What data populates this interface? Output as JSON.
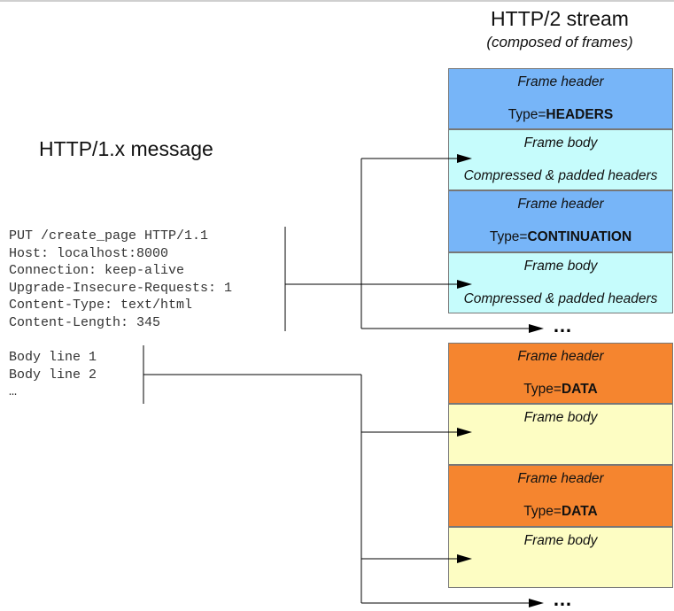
{
  "stream": {
    "title": "HTTP/2 stream",
    "subtitle": "(composed of frames)"
  },
  "message": {
    "title": "HTTP/1.x message",
    "headers": [
      "PUT /create_page HTTP/1.1",
      "Host: localhost:8000",
      "Connection: keep-alive",
      "Upgrade-Insecure-Requests: 1",
      "Content-Type: text/html",
      "Content-Length: 345"
    ],
    "body": [
      "Body line 1",
      "Body line 2",
      "…"
    ]
  },
  "frames": [
    {
      "label": "Frame header",
      "type_prefix": "Type=",
      "type": "HEADERS",
      "color": "#77b5f8"
    },
    {
      "label": "Frame body",
      "content": "Compressed & padded headers",
      "color": "#c6fcfc"
    },
    {
      "label": "Frame header",
      "type_prefix": "Type=",
      "type": "CONTINUATION",
      "color": "#77b5f8"
    },
    {
      "label": "Frame body",
      "content": "Compressed & padded headers",
      "color": "#c6fcfc"
    },
    {
      "label": "Frame header",
      "type_prefix": "Type=",
      "type": "DATA",
      "color": "#f5852f"
    },
    {
      "label": "Frame body",
      "color": "#fdfdc3"
    },
    {
      "label": "Frame header",
      "type_prefix": "Type=",
      "type": "DATA",
      "color": "#f5852f"
    },
    {
      "label": "Frame body",
      "color": "#fdfdc3"
    }
  ],
  "ellipsis": "…"
}
